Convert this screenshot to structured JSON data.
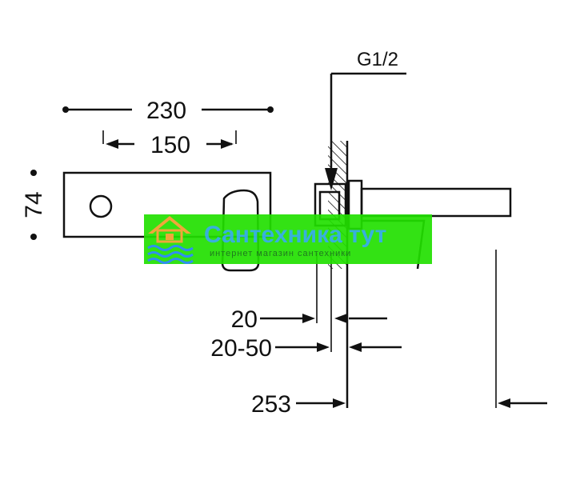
{
  "dimensions": {
    "overall_width": "230",
    "control_spacing": "150",
    "plate_height": "74",
    "connection_thread": "G1/2",
    "wall_gap": "20",
    "wall_range": "20-50",
    "spout_reach": "253"
  },
  "watermark": {
    "brand": "Сантехника тут",
    "tagline": "интернет магазин сантехники",
    "banner_color": "#22e000",
    "brand_color": "#3aa7ff",
    "logo_color": "#f0a63a",
    "wave_color": "#2f8ff0",
    "logo_icon": "house-icon",
    "wave_icon": "waves-icon"
  }
}
